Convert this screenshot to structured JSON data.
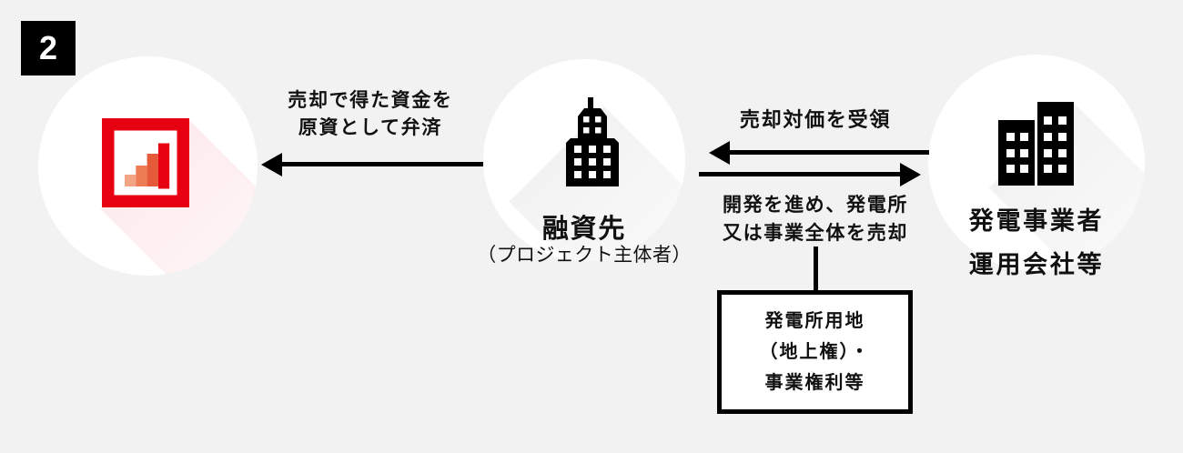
{
  "step_badge": {
    "number": "2"
  },
  "nodes": {
    "lender": {
      "icon": "bank-logo"
    },
    "borrower": {
      "title": "融資先",
      "subtitle": "（プロジェクト主体者）",
      "icon": "office-building"
    },
    "operator": {
      "name_line1": "発電事業者",
      "name_line2": "運用会社等",
      "icon": "twin-buildings"
    }
  },
  "arrows": {
    "repayment": {
      "label_line1": "売却で得た資金を",
      "label_line2": "原資として弁済",
      "direction": "left"
    },
    "proceeds": {
      "label": "売却対価を受領",
      "direction": "left"
    },
    "sale": {
      "label_line1": "開発を進め、発電所",
      "label_line2": "又は事業全体を売却",
      "direction": "right"
    }
  },
  "asset_box": {
    "line1": "発電所用地",
    "line2": "（地上権）・",
    "line3": "事業権利等"
  },
  "colors": {
    "background": "#f2f2f2",
    "black": "#000000",
    "text": "#111111",
    "accent_red": "#e60012",
    "bars": [
      "#f2a484",
      "#ed7c55",
      "#e55a38",
      "#e60012"
    ]
  }
}
